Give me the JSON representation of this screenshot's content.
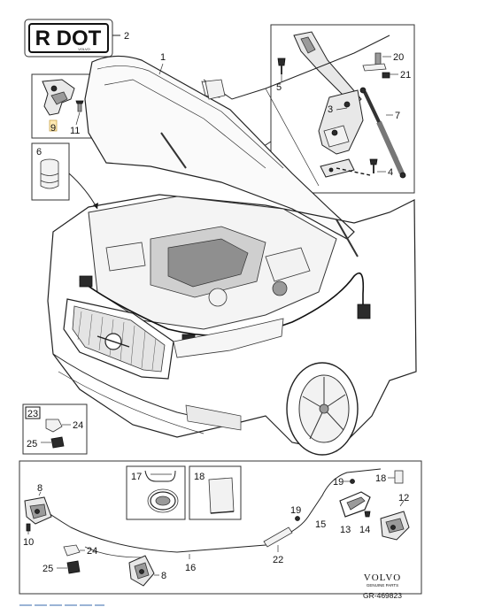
{
  "badge": {
    "text": "R DOT",
    "subtext": "VOLVO"
  },
  "callouts": {
    "c1": "1",
    "c2": "2",
    "c3": "3",
    "c4": "4",
    "c5": "5",
    "c6": "6",
    "c7": "7",
    "c8a": "8",
    "c8b": "8",
    "c9": "9",
    "c10": "10",
    "c11": "11",
    "c12": "12",
    "c13": "13",
    "c14": "14",
    "c15": "15",
    "c16": "16",
    "c17": "17",
    "c18a": "18",
    "c18b": "18",
    "c19a": "19",
    "c19b": "19",
    "c20": "20",
    "c21": "21",
    "c22": "22",
    "c23": "23",
    "c24a": "24",
    "c24b": "24",
    "c25a": "25",
    "c25b": "25"
  },
  "footer": {
    "brand": "VOLVO",
    "brand_sub": "GENUINE PARTS",
    "reference": "GR-469823"
  }
}
